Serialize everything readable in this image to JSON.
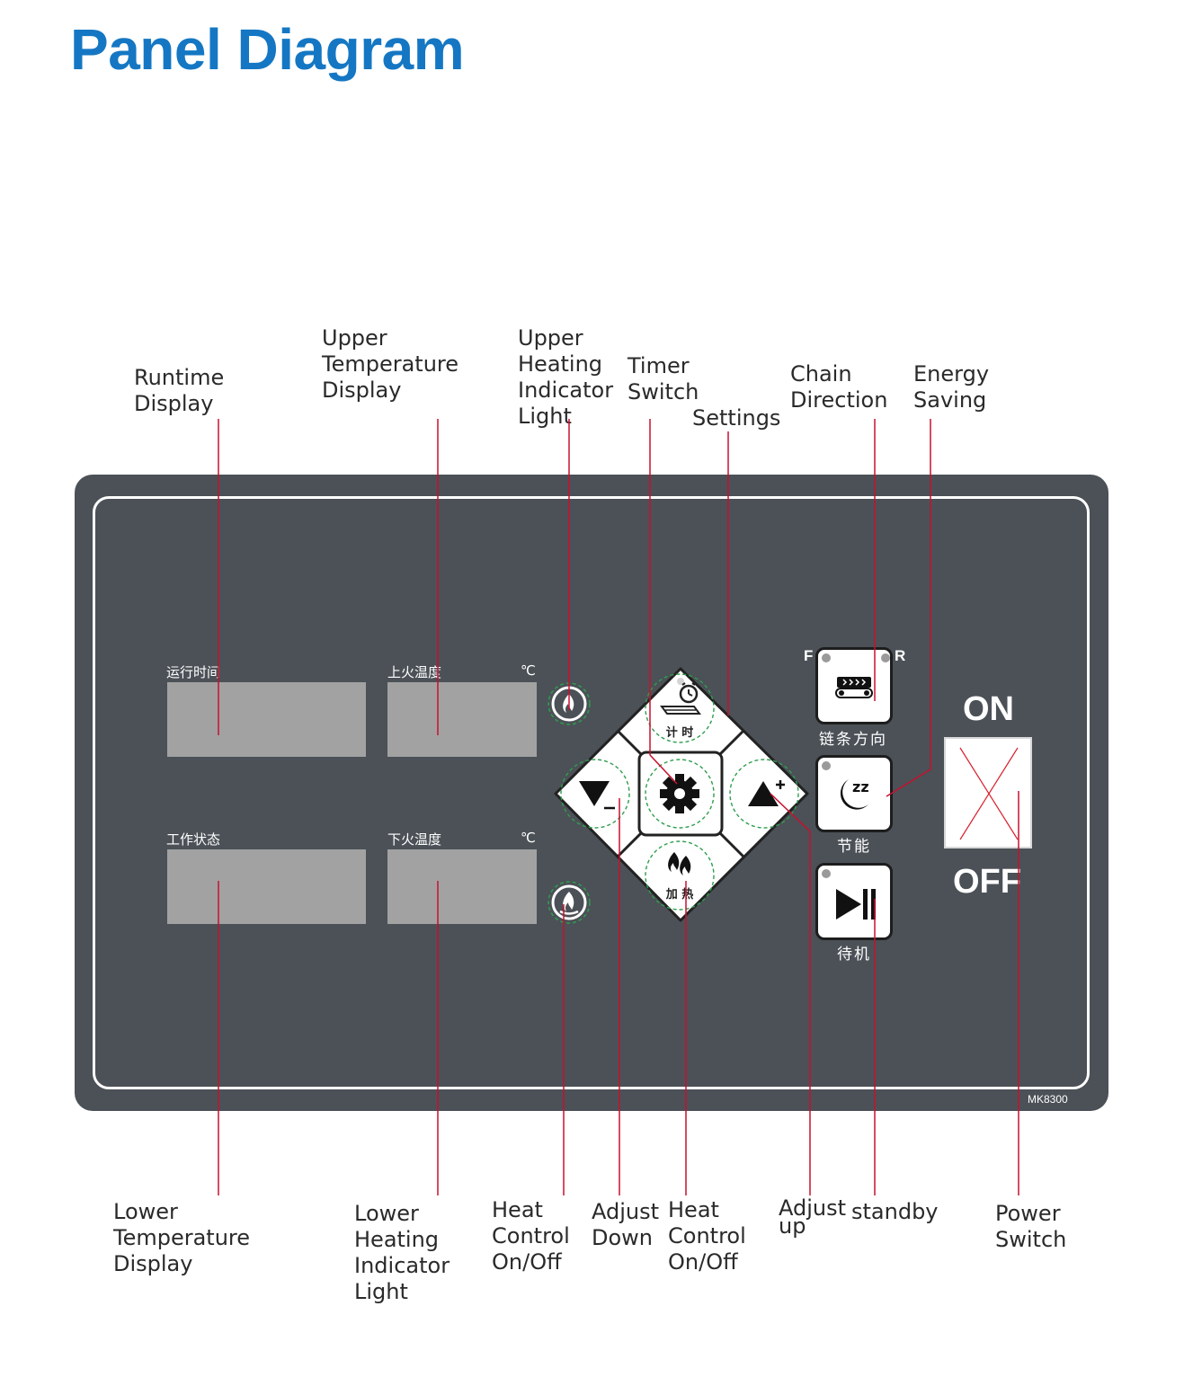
{
  "title": "Panel Diagram",
  "callouts": {
    "runtime_display": "Runtime\nDisplay",
    "upper_temperature_display": "Upper\nTemperature\nDisplay",
    "upper_heating_indicator_light": "Upper\nHeating\nIndicator\nLight",
    "timer_switch": "Timer\nSwitch",
    "settings": "Settings",
    "chain_direction": "Chain\nDirection",
    "energy_saving": "Energy\nSaving",
    "lower_temperature_display": "Lower\nTemperature\nDisplay",
    "lower_heating_indicator_light": "Lower\nHeating\nIndicator\nLight",
    "heat_control_on_off_left": "Heat\nControl\nOn/Off",
    "adjust_down": "Adjust\nDown",
    "heat_control_on_off_right": "Heat\nControl\nOn/Off",
    "adjust_up": "Adjust\nup",
    "standby": "standby",
    "power_switch": "Power\nSwitch"
  },
  "panel": {
    "runtime_label": "运行时间",
    "upper_temp_label": "上火温度",
    "upper_unit": "℃",
    "status_label": "工作状态",
    "lower_temp_label": "下火温度",
    "lower_unit": "℃",
    "timer_label": "计 时",
    "heat_label": "加 热",
    "chain_label": "链条方向",
    "energy_label": "节能",
    "standby_label": "待机",
    "chain_f": "F",
    "chain_r": "R",
    "power_on": "ON",
    "power_off": "OFF",
    "model": "MK8300",
    "sleep_glyph": "zz"
  },
  "colors": {
    "title": "#1577c3",
    "panel": "#4b5157",
    "display": "#a2a2a2",
    "leader": "#c8102e",
    "led_ring": "#2e9e4e"
  },
  "icons": {
    "timer": "alarm-clock-icon",
    "settings": "gear-icon",
    "down": "down-triangle-icon",
    "up": "up-triangle-icon",
    "heat": "flame-icon",
    "chain": "conveyor-icon",
    "energy": "moon-sleep-icon",
    "standby": "play-pause-icon"
  }
}
